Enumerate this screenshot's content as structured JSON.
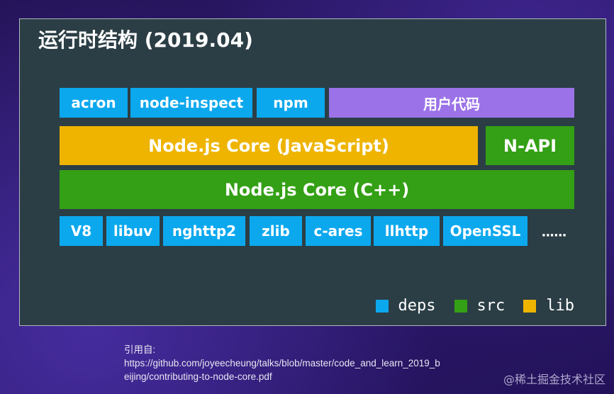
{
  "title": "运行时结构 (2019.04)",
  "colors": {
    "deps": "#0ca8ee",
    "src": "#34a015",
    "lib": "#eeb400",
    "user_code": "#9b72e8",
    "panel": "#2b3e45"
  },
  "rows": {
    "top": {
      "acron": "acron",
      "node_inspect": "node-inspect",
      "npm": "npm",
      "user_code": "用户代码"
    },
    "core_js": {
      "core_js": "Node.js Core (JavaScript)",
      "napi": "N-API"
    },
    "core_cpp": {
      "core_cpp": "Node.js Core (C++)"
    },
    "deps": {
      "v8": "V8",
      "libuv": "libuv",
      "nghttp2": "nghttp2",
      "zlib": "zlib",
      "cares": "c-ares",
      "llhttp": "llhttp",
      "openssl": "OpenSSL",
      "more": "······"
    }
  },
  "legend": {
    "deps": "deps",
    "src": "src",
    "lib": "lib"
  },
  "caption": {
    "label": "引用自:",
    "url_line1": "https://github.com/joyeecheung/talks/blob/master/code_and_learn_2019_b",
    "url_line2": "eijing/contributing-to-node-core.pdf"
  },
  "watermark": "@稀土掘金技术社区"
}
